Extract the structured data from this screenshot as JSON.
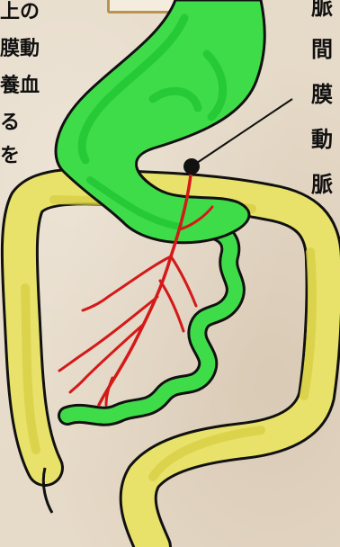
{
  "left_annotation": {
    "lines": [
      "上の",
      "膜動",
      "養血",
      "る",
      "を"
    ]
  },
  "right_annotation": {
    "chars": [
      "脈",
      "間",
      "膜",
      "動",
      "脈"
    ]
  },
  "colors": {
    "stomach_fill": "#3fdc4a",
    "stomach_inner": "#22c733",
    "colon_fill": "#e8e26a",
    "colon_inner": "#d8d046",
    "artery": "#d41919",
    "outline": "#111111",
    "box_border": "#b8944c"
  },
  "icons": {
    "pointer": "black-dot-icon"
  }
}
